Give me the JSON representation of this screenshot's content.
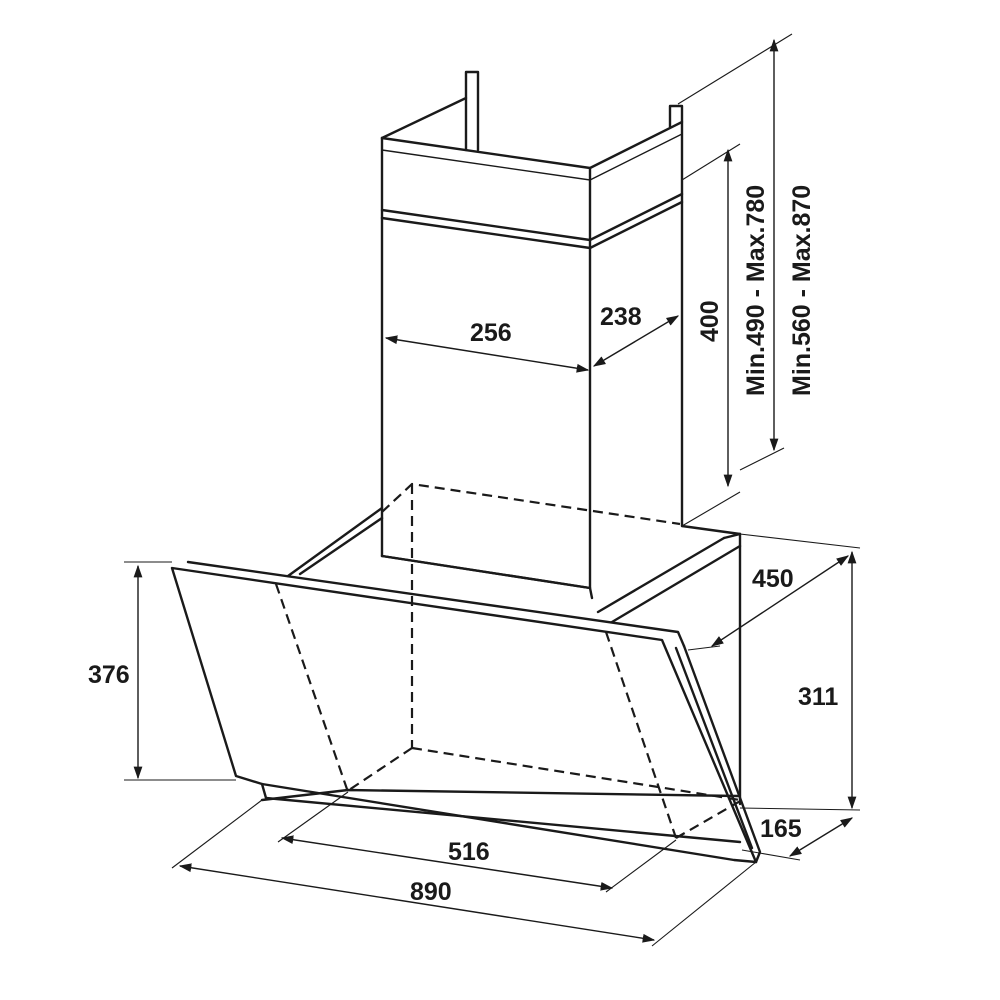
{
  "diagram": {
    "dimensions": {
      "chimney_width": "256",
      "chimney_depth": "238",
      "chimney_upper_height": "400",
      "range_inner": "Min.490 - Max.780",
      "range_outer": "Min.560 - Max.870",
      "body_depth_top": "450",
      "front_height": "376",
      "body_height": "311",
      "bottom_depth": "165",
      "inner_width": "516",
      "overall_width": "890"
    }
  }
}
